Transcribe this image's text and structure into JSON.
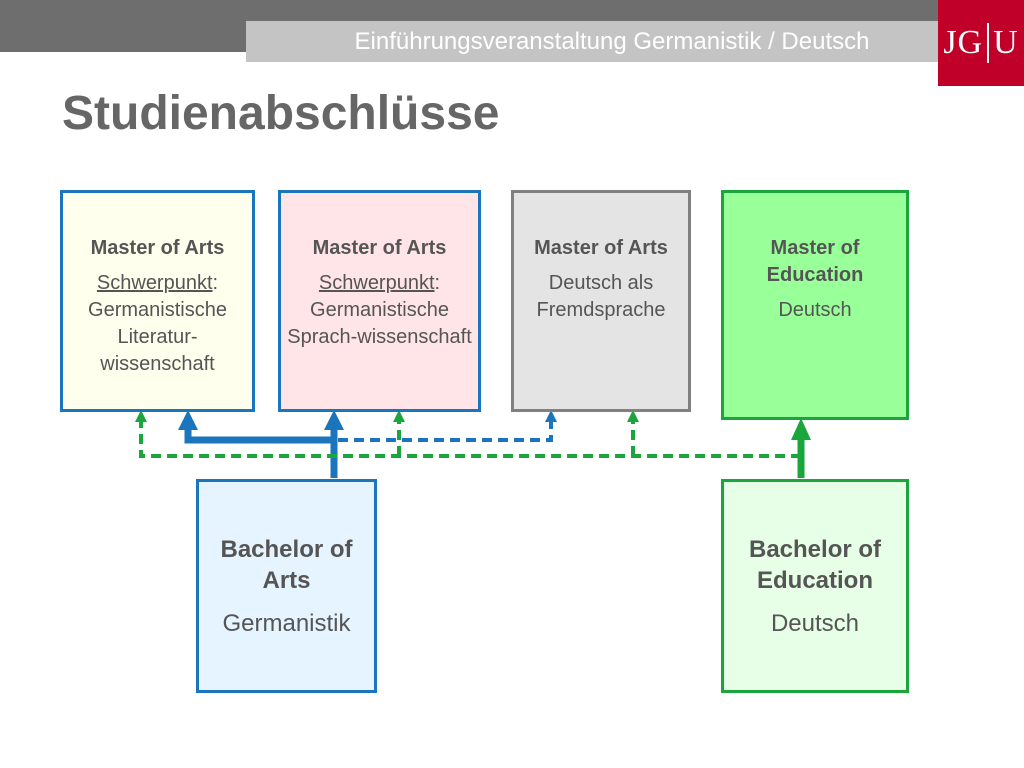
{
  "header": {
    "subtitle": "Einführungsveranstaltung Germanistik / Deutsch",
    "logo_left": "JG",
    "logo_right": "U"
  },
  "title": "Studienabschlüsse",
  "boxes": {
    "ma_lit": {
      "title": "Master of Arts",
      "focus_label": "Schwerpunkt",
      "focus_text": "Germanistische Literatur-wissenschaft"
    },
    "ma_sprach": {
      "title": "Master of Arts",
      "focus_label": "Schwerpunkt",
      "focus_text": "Germanistische Sprach-wissenschaft"
    },
    "ma_daf": {
      "title": "Master of Arts",
      "subtitle": "Deutsch als Fremdsprache"
    },
    "med": {
      "title": "Master of Education",
      "subtitle": "Deutsch"
    },
    "ba": {
      "title": "Bachelor of Arts",
      "subtitle": "Germanistik"
    },
    "bed": {
      "title": "Bachelor of Education",
      "subtitle": "Deutsch"
    }
  },
  "colors": {
    "blue": "#1b75bc",
    "green": "#1aa63c",
    "grey_border": "#808080",
    "logo_red": "#c1002a"
  }
}
